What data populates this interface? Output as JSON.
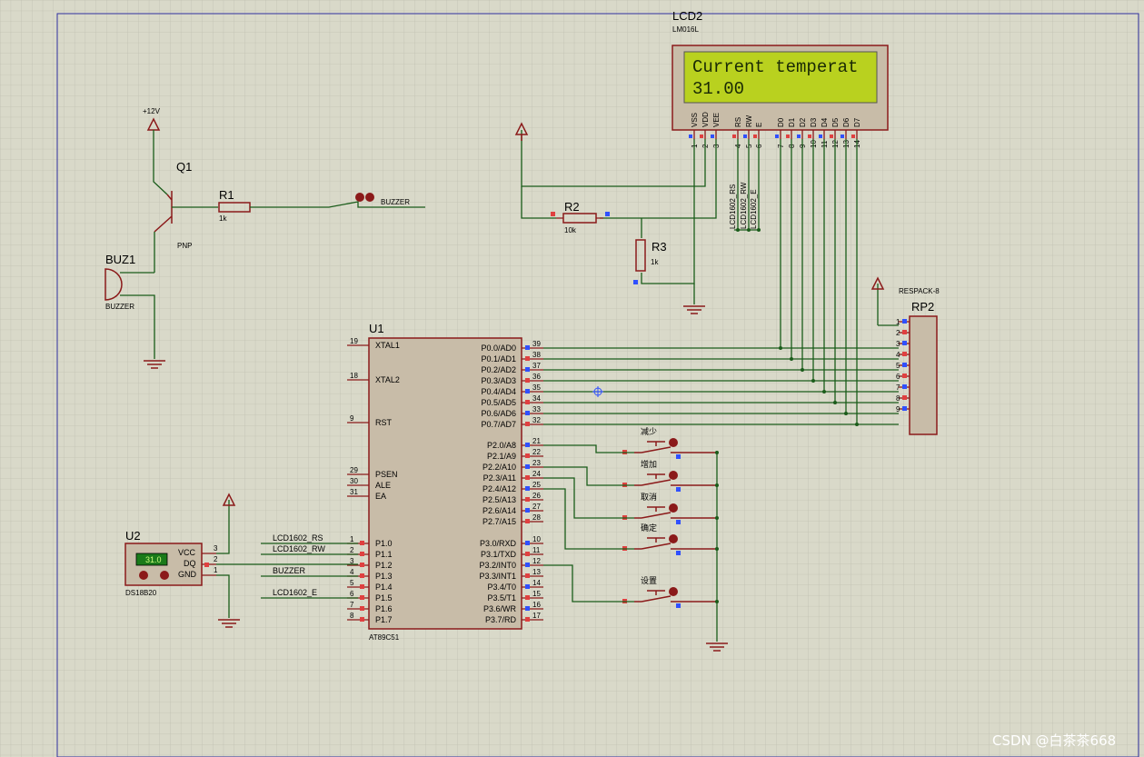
{
  "lcd": {
    "ref": "LCD2",
    "model": "LM016L",
    "line1": "Current temperat",
    "line2": "31.00",
    "pin_names": [
      "VSS",
      "VDD",
      "VEE",
      "RS",
      "RW",
      "E",
      "D0",
      "D1",
      "D2",
      "D3",
      "D4",
      "D5",
      "D6",
      "D7"
    ],
    "pin_numbers": [
      "1",
      "2",
      "3",
      "4",
      "5",
      "6",
      "7",
      "8",
      "9",
      "10",
      "11",
      "12",
      "13",
      "14"
    ],
    "net_labels": [
      "LCD1602_RS",
      "LCD1602_RW",
      "LCD1602_E"
    ]
  },
  "power": {
    "vcc_label": "+12V"
  },
  "q1": {
    "ref": "Q1",
    "type": "PNP"
  },
  "r1": {
    "ref": "R1",
    "value": "1k"
  },
  "r2": {
    "ref": "R2",
    "value": "10k"
  },
  "r3": {
    "ref": "R3",
    "value": "1k"
  },
  "buzzer": {
    "ref": "BUZ1",
    "type": "BUZZER",
    "net_label": "BUZZER"
  },
  "rp2": {
    "ref": "RP2",
    "type": "RESPACK-8",
    "pins": [
      "1",
      "2",
      "3",
      "4",
      "5",
      "6",
      "7",
      "8",
      "9"
    ]
  },
  "u1": {
    "ref": "U1",
    "model": "AT89C51",
    "left_pins": [
      {
        "num": "19",
        "name": "XTAL1"
      },
      {
        "num": "18",
        "name": "XTAL2"
      },
      {
        "num": "9",
        "name": "RST"
      },
      {
        "num": "29",
        "name": "PSEN"
      },
      {
        "num": "30",
        "name": "ALE"
      },
      {
        "num": "31",
        "name": "EA"
      },
      {
        "num": "1",
        "name": "P1.0"
      },
      {
        "num": "2",
        "name": "P1.1"
      },
      {
        "num": "3",
        "name": "P1.2"
      },
      {
        "num": "4",
        "name": "P1.3"
      },
      {
        "num": "5",
        "name": "P1.4"
      },
      {
        "num": "6",
        "name": "P1.5"
      },
      {
        "num": "7",
        "name": "P1.6"
      },
      {
        "num": "8",
        "name": "P1.7"
      }
    ],
    "right_pins": [
      {
        "num": "39",
        "name": "P0.0/AD0"
      },
      {
        "num": "38",
        "name": "P0.1/AD1"
      },
      {
        "num": "37",
        "name": "P0.2/AD2"
      },
      {
        "num": "36",
        "name": "P0.3/AD3"
      },
      {
        "num": "35",
        "name": "P0.4/AD4"
      },
      {
        "num": "34",
        "name": "P0.5/AD5"
      },
      {
        "num": "33",
        "name": "P0.6/AD6"
      },
      {
        "num": "32",
        "name": "P0.7/AD7"
      },
      {
        "num": "21",
        "name": "P2.0/A8"
      },
      {
        "num": "22",
        "name": "P2.1/A9"
      },
      {
        "num": "23",
        "name": "P2.2/A10"
      },
      {
        "num": "24",
        "name": "P2.3/A11"
      },
      {
        "num": "25",
        "name": "P2.4/A12"
      },
      {
        "num": "26",
        "name": "P2.5/A13"
      },
      {
        "num": "27",
        "name": "P2.6/A14"
      },
      {
        "num": "28",
        "name": "P2.7/A15"
      },
      {
        "num": "10",
        "name": "P3.0/RXD"
      },
      {
        "num": "11",
        "name": "P3.1/TXD"
      },
      {
        "num": "12",
        "name": "P3.2/INT0"
      },
      {
        "num": "13",
        "name": "P3.3/INT1"
      },
      {
        "num": "14",
        "name": "P3.4/T0"
      },
      {
        "num": "15",
        "name": "P3.5/T1"
      },
      {
        "num": "16",
        "name": "P3.6/WR"
      },
      {
        "num": "17",
        "name": "P3.7/RD"
      }
    ],
    "p1_net_labels": [
      "LCD1602_RS",
      "LCD1602_RW",
      "BUZZER",
      "LCD1602_E"
    ]
  },
  "u2": {
    "ref": "U2",
    "model": "DS18B20",
    "display": "31.0",
    "pins": [
      {
        "num": "3",
        "name": "VCC"
      },
      {
        "num": "2",
        "name": "DQ"
      },
      {
        "num": "1",
        "name": "GND"
      }
    ]
  },
  "buttons": [
    "减少",
    "增加",
    "取消",
    "确定",
    "设置"
  ],
  "watermark": "CSDN @白茶茶668"
}
